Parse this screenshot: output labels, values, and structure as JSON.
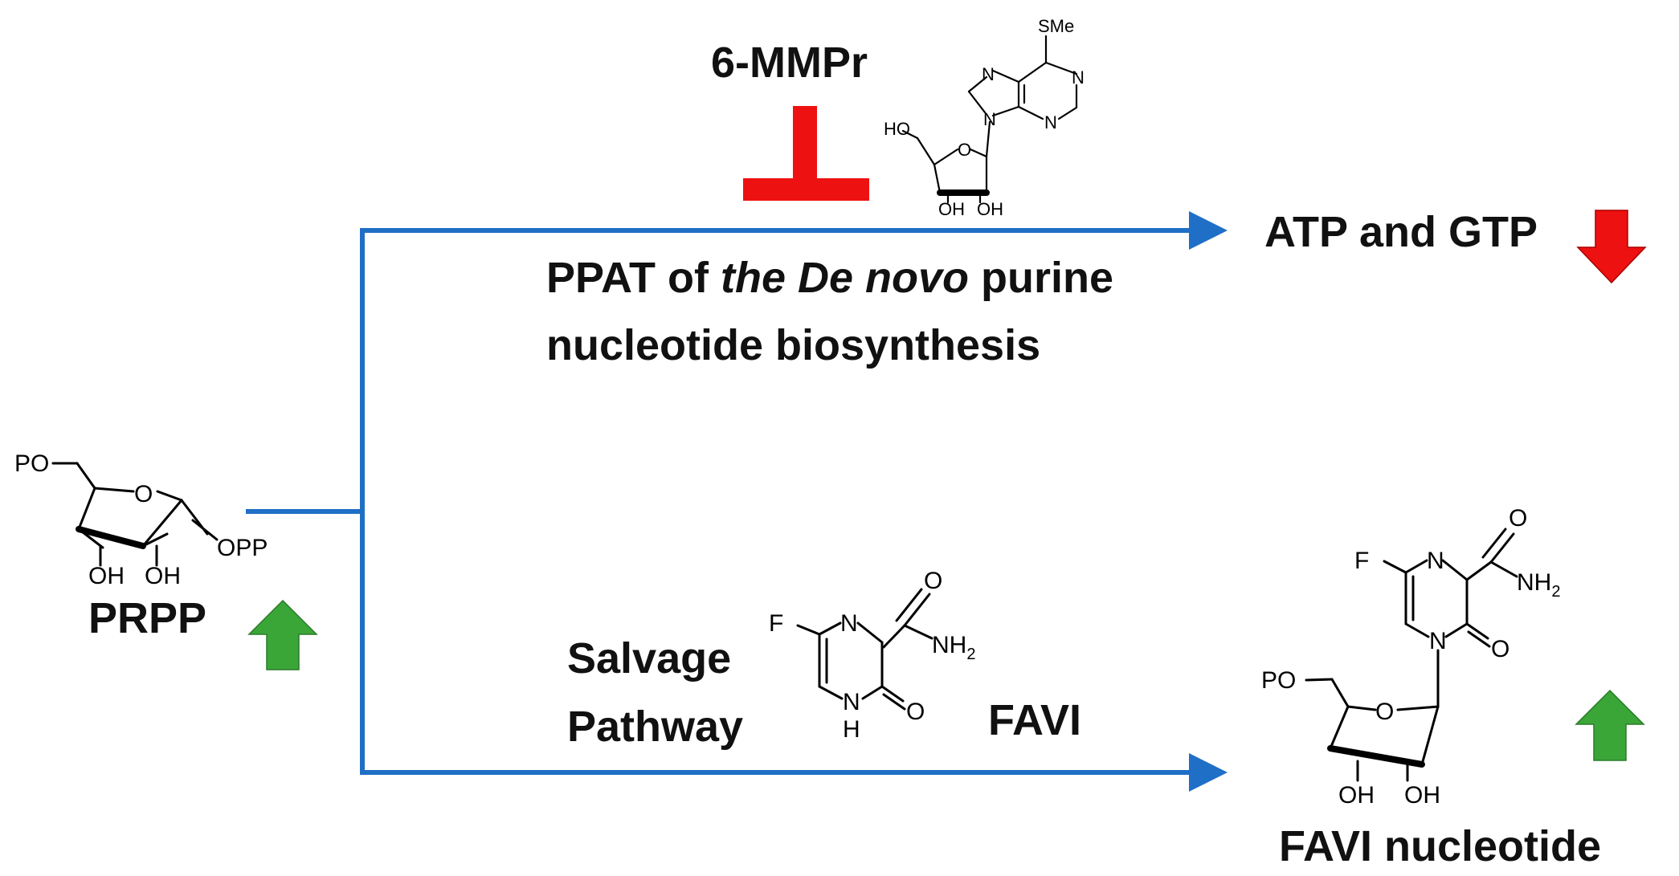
{
  "labels": {
    "inhibitor": "6-MMPr",
    "de_novo_line1_a": "PPAT of ",
    "de_novo_line1_italic": "the De novo",
    "de_novo_line1_b": " purine",
    "de_novo_line2": "nucleotide biosynthesis",
    "atp_gtp": "ATP and GTP",
    "salvage_line1": "Salvage",
    "salvage_line2": "Pathway",
    "favi": "FAVI",
    "favi_nucleotide": "FAVI nucleotide",
    "prpp": "PRPP"
  },
  "prpp_atoms": {
    "po": "PO",
    "o": "O",
    "opp": "OPP",
    "oh1": "OH",
    "oh2": "OH"
  },
  "mmpr_atoms": {
    "sme": "SMe",
    "n1": "N",
    "n3": "N",
    "n7": "N",
    "n9": "N",
    "ho": "HO",
    "o": "O",
    "oh1": "OH",
    "oh2": "OH"
  },
  "favi_atoms": {
    "f": "F",
    "n_top": "N",
    "o_carbonyl": "O",
    "nh2": "NH",
    "nh2_sub": "2",
    "nh": "N",
    "h": "H",
    "o_ring": "O"
  },
  "favin_atoms": {
    "f": "F",
    "n_top": "N",
    "o_carbonyl": "O",
    "nh2": "NH",
    "nh2_sub": "2",
    "n1": "N",
    "o_ring_keto": "O",
    "po": "PO",
    "o_sugar": "O",
    "oh1": "OH",
    "oh2": "OH"
  },
  "colors": {
    "pathway_arrow": "#1f6fc6",
    "inhibition": "#ee1111",
    "decrease_arrow": "#ee1111",
    "increase_arrow": "#3aa638"
  },
  "indicators": {
    "prpp": "increase",
    "atp_gtp": "decrease",
    "favi_nucleotide": "increase"
  }
}
